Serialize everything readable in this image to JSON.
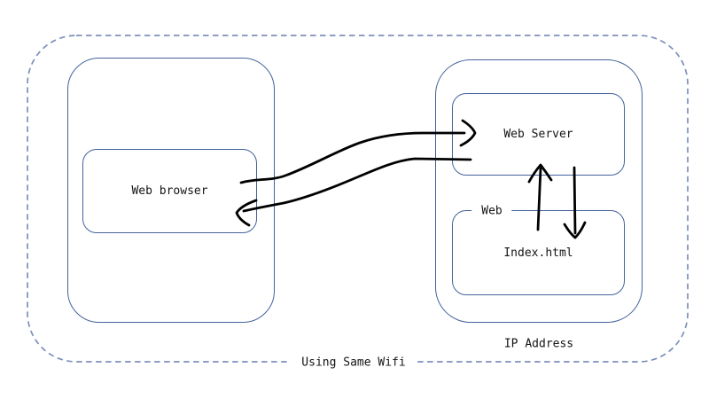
{
  "diagram": {
    "network_boundary": {
      "label": "Using Same Wifi"
    },
    "client_device": {
      "browser": {
        "label": "Web browser"
      }
    },
    "server_device": {
      "web_server": {
        "label": "Web Server"
      },
      "web_frame": {
        "label": "Web"
      },
      "index_file": {
        "label": "Index.html"
      },
      "caption": {
        "label": "IP Address"
      }
    },
    "arrows": [
      {
        "name": "browser-to-server",
        "from": "Web browser",
        "to": "Web Server"
      },
      {
        "name": "server-to-browser",
        "from": "Web Server",
        "to": "Web browser"
      },
      {
        "name": "index-to-server",
        "from": "Index.html",
        "to": "Web Server"
      },
      {
        "name": "server-to-index",
        "from": "Web Server",
        "to": "Index.html"
      }
    ]
  },
  "colors": {
    "solid_border": "#44639c",
    "dashed_border": "#7d90ba",
    "arrow": "#000000",
    "text": "#141414",
    "background": "#ffffff"
  }
}
